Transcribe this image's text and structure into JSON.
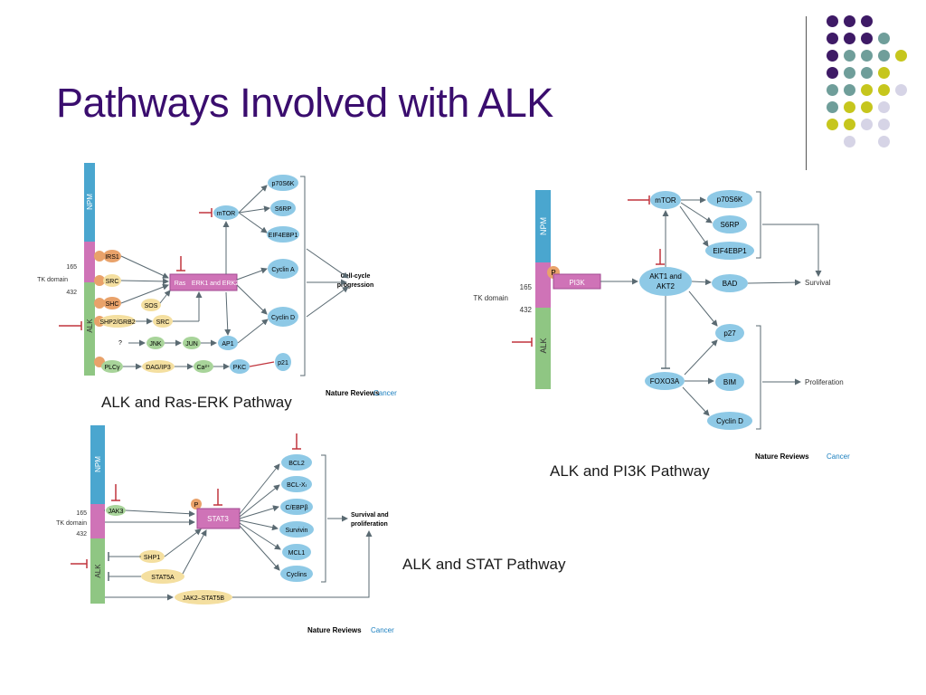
{
  "slide": {
    "title": "Pathways Involved with ALK",
    "captions": {
      "ras_erk": "ALK and Ras-ERK Pathway",
      "pi3k": "ALK and PI3K Pathway",
      "stat": "ALK and STAT Pathway"
    },
    "credit": {
      "journal": "Nature Reviews",
      "section": "Cancer"
    }
  },
  "labels": {
    "npm": "NPM",
    "alk": "ALK",
    "tk_domain": "TK domain",
    "res165": "165",
    "res432": "432",
    "p": "P"
  },
  "ras_erk": {
    "adaptors": [
      "IRS1",
      "SRC",
      "SHC",
      "SHP2/GRB2",
      "PLCγ"
    ],
    "sos": "SOS",
    "src2": "SRC",
    "question": "?",
    "ras": "Ras",
    "erk": "ERK1 and ERK2",
    "mtor": "mTOR",
    "jnk": "JNK",
    "jun": "JUN",
    "ap1": "AP1",
    "dag": "DAG/IP3",
    "ca": "Ca²⁺",
    "pkc": "PKC",
    "right_nodes": [
      "p70S6K",
      "S6RP",
      "EIF4EBP1",
      "Cyclin A",
      "Cyclin D",
      "p21"
    ],
    "outcome": [
      "Cell-cycle",
      "progression"
    ]
  },
  "pi3k": {
    "pi3k": "PI3K",
    "mtor": "mTOR",
    "akt": [
      "AKT1 and",
      "AKT2"
    ],
    "foxo": "FOXO3A",
    "top_nodes": [
      "p70S6K",
      "S6RP",
      "EIF4EBP1"
    ],
    "bad": "BAD",
    "p27": "p27",
    "bim": "BIM",
    "cyclin_d": "Cyclin D",
    "survival": "Survival",
    "proliferation": "Proliferation"
  },
  "stat": {
    "jak3": "JAK3",
    "stat3": "STAT3",
    "shp1": "SHP1",
    "stat5a": "STAT5A",
    "jak2": "JAK2–STAT5B",
    "targets": [
      "BCL2",
      "BCL-Xₗ",
      "C/EBPβ",
      "Survivin",
      "MCL1",
      "Cyclins"
    ],
    "outcome": [
      "Survival and",
      "proliferation"
    ]
  },
  "colors": {
    "title": "#3a0d6e",
    "npm_blue": "#4aa6cf",
    "alk_green": "#8fc683",
    "tk_pink": "#cf73b7",
    "node_blue": "#8ec9e6",
    "node_orange": "#e9a26a",
    "node_tan": "#f4dfa0",
    "node_green": "#a8d49a",
    "inhibit_red": "#c0343d",
    "arrow_gray": "#5a6a72"
  },
  "dots": {
    "purple": "#3e1a66",
    "teal": "#6f9e9a",
    "yellow": "#c6c61d",
    "lavender": "#d6d4e6"
  }
}
